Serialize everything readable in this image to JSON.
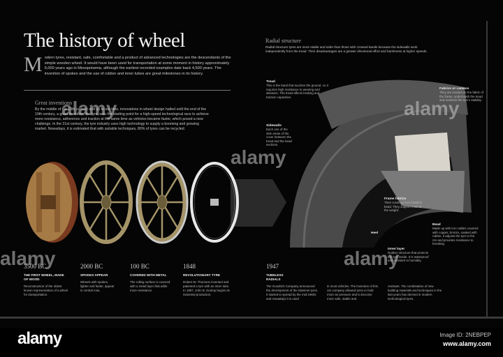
{
  "header": {
    "title": "The history of wheel",
    "intro_dropcap": "M",
    "intro": "odern tyres, resistant, safe, comfortable and a product of advanced technologies are the descendants of the simple wooden wheel. It would have been used for transportation at some moment in history approximately 6,000 years ago in Mesopotamia, although the earliest recorded examples date back 4,500 years. The invention of spokes and the use of rubber and inner tubes are great milestones in its history."
  },
  "great_inventions": {
    "heading": "Great inventions",
    "text": "By the middle of the 19th century and up to our time, innovations in wheel design halted until the end of the 19th century, a great invention, the tyre, was the starting point for a high-speed technological race to achieve more resistance, adherence and traction at the same time as vehicles became faster, which posed a new challenge. In the 21st century, the tyre industry uses high technology to supply a booming and growing market. Nowadays, it is estimated that with suitable techniques, 80% of tyres can be recycled."
  },
  "timeline": [
    {
      "year": "3500 BC",
      "title": "The first wheel, made of wood",
      "text": "Reconstruction of the oldest known representation of a wheel for transportation."
    },
    {
      "year": "2000 BC",
      "title": "Spokes appear",
      "text": "Wheels with spokes, lighter and faster, appear in central Asia."
    },
    {
      "year": "100 BC",
      "title": "Covered with metal",
      "text": "The rolling surface is covered with a metal layer that adds more resistance."
    },
    {
      "year": "1848",
      "title": "Revolutionary tyre",
      "text": "Robert W. Thomson invented and patented a tyre with an inner tube. In 1887, John B. Dunlop begins its industrial production."
    },
    {
      "year": "1947",
      "title": "Tubeless radials",
      "text": "The Goodrich Company announced the development of the tubeless tyres. It started to spread by the mid-1960s and nowadays it is used",
      "text2": "in most vehicles. The invention of this US company allowed tyres to hold more air pressure and to become more safe, stable and",
      "text3": "resistant. The combination of new building materials and techniques in the last years has derived in modern technological tyres."
    }
  ],
  "radial": {
    "heading": "Radial structure",
    "text": "Radial structure tyres are more stable and safer than those with crossed bands because the sidewalls work independently from the tread. Their disadvantages are a greater directional effort and harshness at higher speeds."
  },
  "parts": {
    "tread": {
      "label": "Tread",
      "text": "This is the band that touches the ground, so it requires high resistance to wearing and abrasion. The tread affects braking and traction capacities."
    },
    "sidewalls": {
      "label": "Sidewalls",
      "text": "Each one of the side areas of the cover between the tread and the bead sections."
    },
    "fabrics": {
      "label": "Fabrics or cameos",
      "text": "They are located on the fabric of the frame, underneath the tread and maintain the tyre's stability."
    },
    "frame": {
      "label": "Frame fabrics",
      "text": "Their cords go from bead to bead. They support most of the weight."
    },
    "bead": {
      "label": "Bead",
      "text": "Made up with iron cables covered with copper, bronze, soaked with rubber, it adjusts the tyre to the rim and provides resistance to breaking."
    },
    "heel": {
      "label": "Heel"
    },
    "inner": {
      "label": "Inner layer",
      "text": "Rubber structure that protects the tyre inside. It is waterproof and resistant to humidity."
    }
  },
  "footer": {
    "logo": "alamy",
    "image_id": "Image ID: 2NEBPEP",
    "url": "www.alamy.com"
  },
  "watermark": "alamy"
}
